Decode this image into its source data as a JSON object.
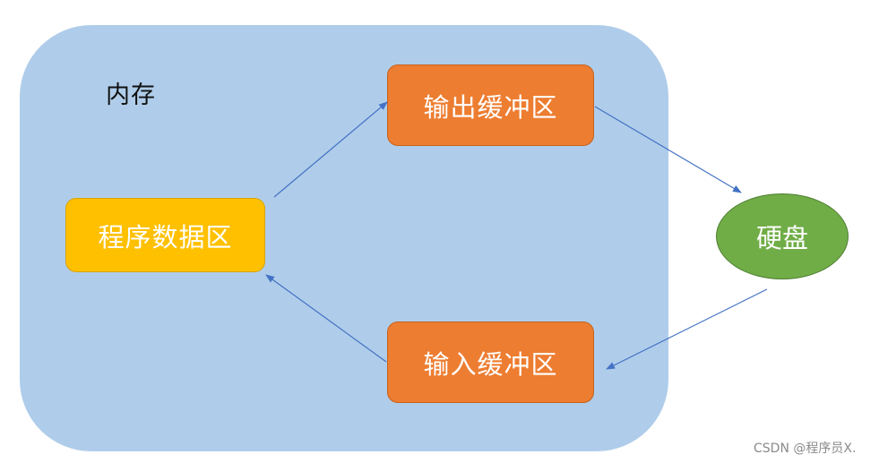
{
  "diagram": {
    "memory_label": "内存",
    "output_buffer": "输出缓冲区",
    "input_buffer": "输入缓冲区",
    "program_data": "程序数据区",
    "disk": "硬盘"
  },
  "watermark": "CSDN @程序员X.",
  "colors": {
    "memory_fill": "#afcdea",
    "buffer_fill": "#ed7d31",
    "program_fill": "#ffc000",
    "disk_fill": "#70ad47",
    "arrow": "#4472c4"
  }
}
